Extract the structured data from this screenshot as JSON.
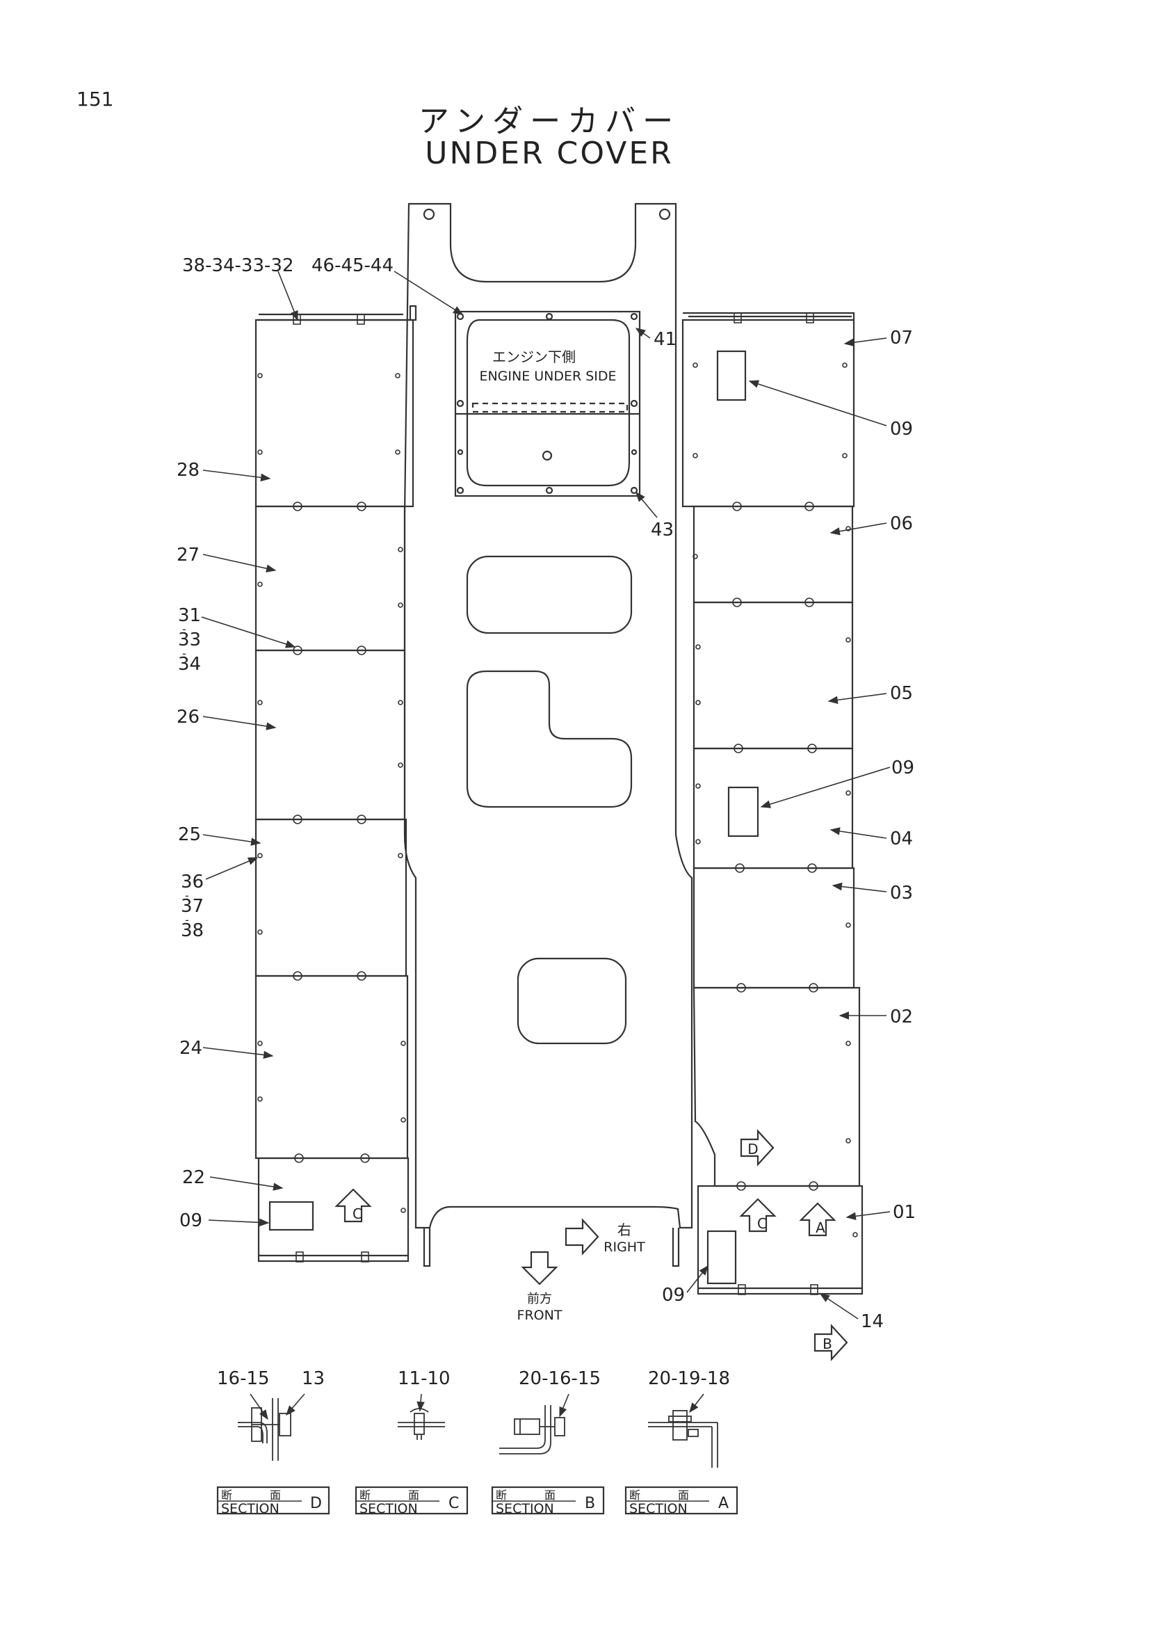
{
  "page": {
    "number": "151"
  },
  "title": {
    "japanese": "アンダーカバー",
    "english": "UNDER COVER"
  },
  "engine_label": {
    "japanese": "エンジン下側",
    "english": "ENGINE UNDER SIDE"
  },
  "direction": {
    "right_jp": "右",
    "right_en": "RIGHT",
    "front_jp": "前方",
    "front_en": "FRONT"
  },
  "part_callouts": {
    "c_38_34_33_32": "38-34-33-32",
    "c_46_45_44": "46-45-44",
    "c_41": "41",
    "c_43": "43",
    "c_07": "07",
    "c_09a": "09",
    "c_06": "06",
    "c_05": "05",
    "c_09b": "09",
    "c_04": "04",
    "c_03": "03",
    "c_02": "02",
    "c_01": "01",
    "c_09c": "09",
    "c_14": "14",
    "c_28": "28",
    "c_27": "27",
    "c_31": "31",
    "c_33": "33",
    "c_34": "34",
    "c_26": "26",
    "c_25": "25",
    "c_36": "36",
    "c_37": "37",
    "c_38": "38",
    "c_24": "24",
    "c_22": "22",
    "c_09d": "09"
  },
  "section_markers": {
    "d_right": "D",
    "c_right": "C",
    "a_right": "A",
    "c_left": "C",
    "b_bottom": "B"
  },
  "sections": [
    {
      "jp1": "断",
      "jp2": "面",
      "en": "SECTION",
      "letter": "D",
      "parts_a": "16-15",
      "parts_b": "13"
    },
    {
      "jp1": "断",
      "jp2": "面",
      "en": "SECTION",
      "letter": "C",
      "parts_a": "11-10",
      "parts_b": ""
    },
    {
      "jp1": "断",
      "jp2": "面",
      "en": "SECTION",
      "letter": "B",
      "parts_a": "20-16-15",
      "parts_b": ""
    },
    {
      "jp1": "断",
      "jp2": "面",
      "en": "SECTION",
      "letter": "A",
      "parts_a": "20-19-18",
      "parts_b": ""
    }
  ]
}
